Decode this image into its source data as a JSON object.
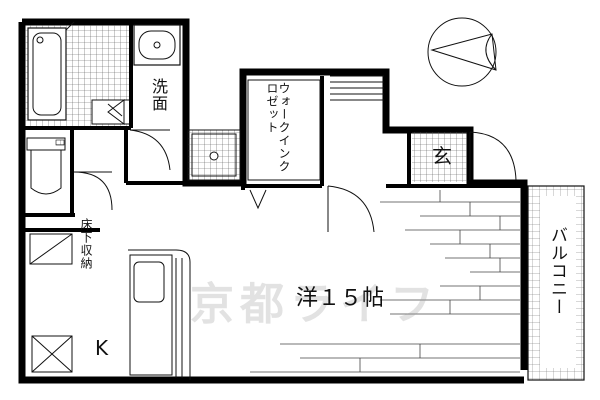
{
  "rooms": {
    "washroom": "洗面",
    "walk_in_closet": "ウォークインクロゼット",
    "entrance": "玄",
    "underfloor_storage": "床下収納",
    "western_room": "洋１５帖",
    "kitchen": "K",
    "balcony": "バルコニー"
  },
  "watermark": "京都ライフ",
  "icons": {
    "compass": "north-arrow-icon"
  },
  "colors": {
    "wall": "#000000",
    "line": "#222222",
    "tile": "#555555",
    "background": "#ffffff"
  }
}
